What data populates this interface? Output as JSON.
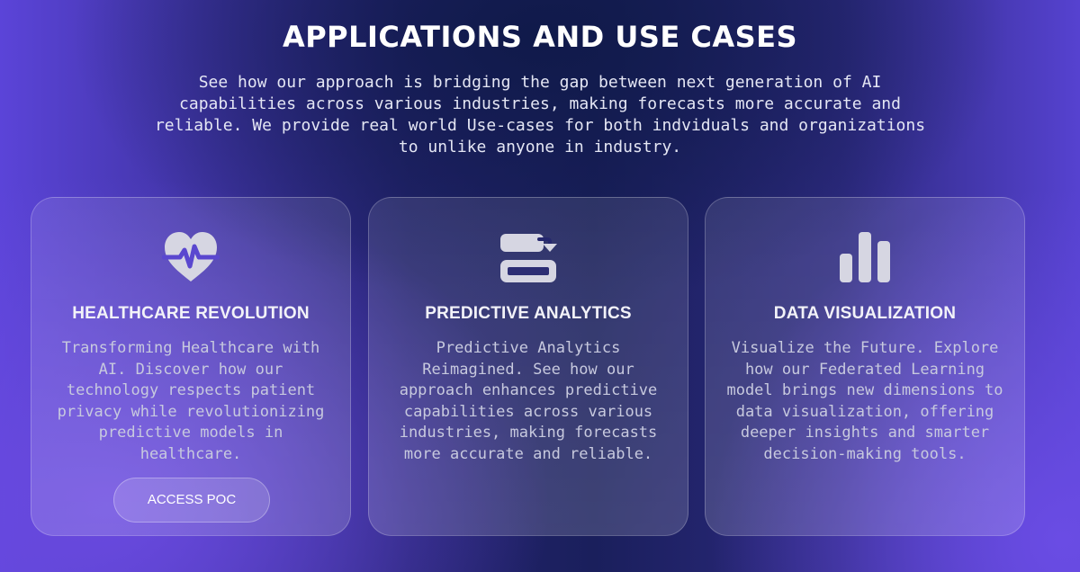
{
  "header": {
    "title": "APPLICATIONS AND USE CASES",
    "subtitle": "See how our approach is bridging the gap between next generation of AI capabilities across various industries, making forecasts more accurate and reliable. We provide real world Use-cases for both indviduals and organizations to unlike anyone in industry."
  },
  "cards": [
    {
      "icon": "heart-pulse-icon",
      "title": "HEALTHCARE REVOLUTION",
      "description": "Transforming Healthcare with AI. Discover how our technology respects patient privacy while revolutionizing predictive models in healthcare.",
      "button_label": "ACCESS POC"
    },
    {
      "icon": "arrow-into-box-icon",
      "title": "PREDICTIVE ANALYTICS",
      "description": "Predictive Analytics Reimagined. See how our approach enhances predictive capabilities across various industries, making forecasts more accurate and reliable."
    },
    {
      "icon": "bar-chart-icon",
      "title": "DATA VISUALIZATION",
      "description": "Visualize the Future. Explore how our Federated Learning model brings new dimensions to data visualization, offering deeper insights and smarter decision-making tools."
    }
  ],
  "colors": {
    "icon": "#d6d6e2",
    "accent_purple": "#6a4ae0",
    "deep_navy": "#101a4a"
  }
}
